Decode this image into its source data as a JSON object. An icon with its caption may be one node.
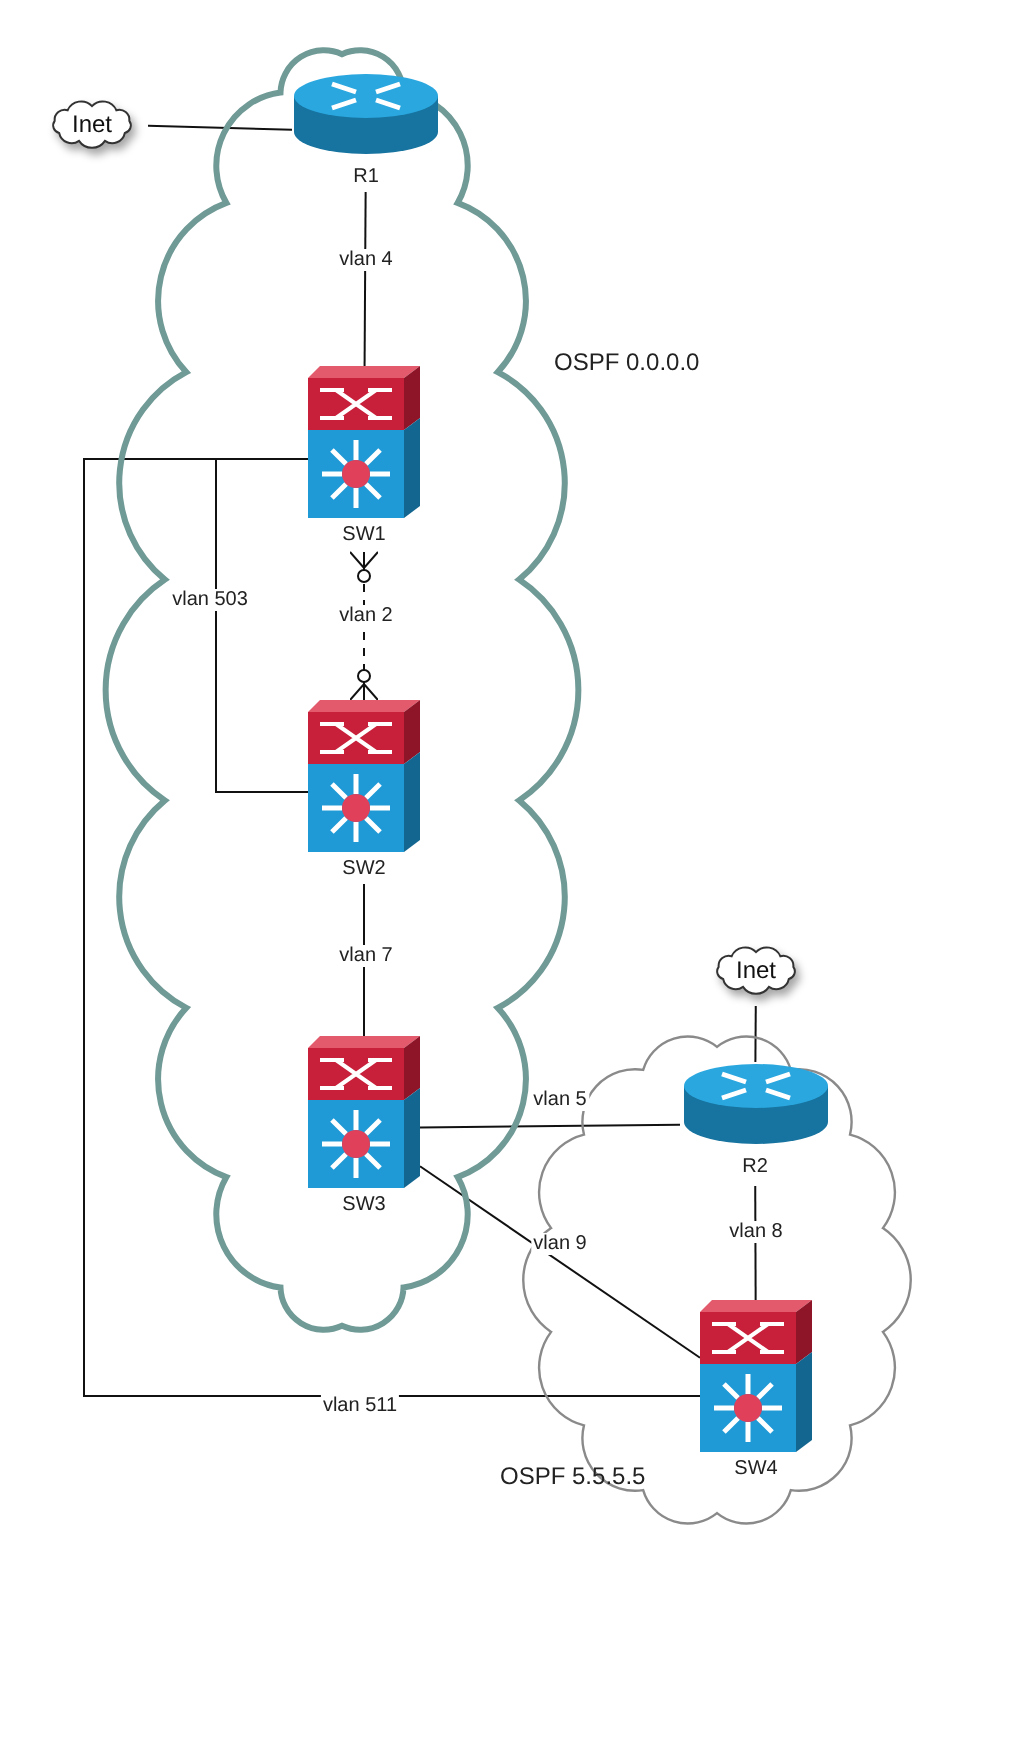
{
  "diagram": {
    "nodes": [
      {
        "text": [
          "Inet"
        ]
      },
      {
        "text": [
          "OSPF 0.0.0.0"
        ]
      },
      {
        "text": [
          "R1"
        ],
        "in": 1
      },
      {
        "text": [
          "SW1"
        ],
        "in": 1
      },
      {
        "text": [
          "SW2"
        ],
        "in": 1
      },
      {
        "text": [
          "SW3"
        ],
        "in": 1
      },
      {
        "text": [
          "Inet"
        ]
      },
      {
        "text": [
          "OSPF 5.5.5.5"
        ]
      },
      {
        "text": [
          "R2"
        ],
        "in": 7
      },
      {
        "text": [
          "SW4"
        ],
        "in": 7
      }
    ],
    "edges": [
      {
        "from": 0,
        "to": 2,
        "arrow": "none"
      },
      {
        "from": 2,
        "to": 3,
        "arrow": "none",
        "label": "vlan 4"
      },
      {
        "from": 3,
        "to": 4,
        "arrow": "other",
        "style": "dashed",
        "label": "vlan 2"
      },
      {
        "from": 3,
        "to": 4,
        "arrow": "none",
        "label": "vlan 503"
      },
      {
        "from": 4,
        "to": 5,
        "arrow": "none",
        "label": "vlan 7"
      },
      {
        "from": 5,
        "to": 8,
        "arrow": "none",
        "label": "vlan 5"
      },
      {
        "from": 5,
        "to": 9,
        "arrow": "none",
        "label": "vlan 9"
      },
      {
        "from": 6,
        "to": 8,
        "arrow": "none"
      },
      {
        "from": 8,
        "to": 9,
        "arrow": "none",
        "label": "vlan 8"
      },
      {
        "from": 3,
        "to": 9,
        "arrow": "none",
        "label": "vlan 511"
      }
    ]
  }
}
